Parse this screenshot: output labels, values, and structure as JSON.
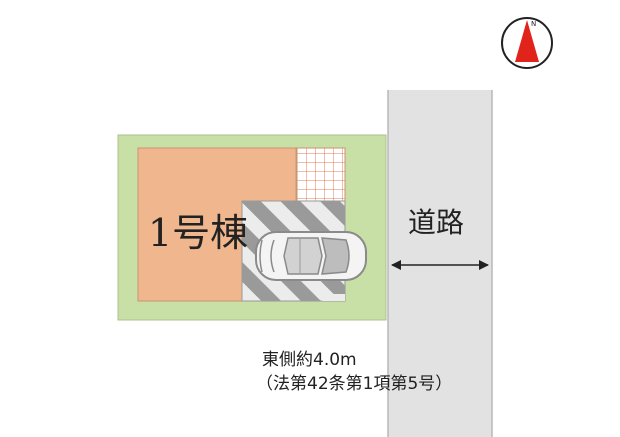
{
  "plan": {
    "building_label": "1号棟",
    "road_label": "道路",
    "road_width_note": "東側約4.0m",
    "road_law_note": "（法第42条第1項第5号）",
    "compass_mark": "N"
  },
  "colors": {
    "lot_green": "#c8dfa6",
    "building_fill": "#f0b78f",
    "road_fill": "#e0e0e0",
    "parking_fill": "#ececec",
    "compass_red": "#e0231b"
  },
  "icons": [
    "north-arrow-icon",
    "car-icon",
    "dimension-arrow-icon"
  ]
}
